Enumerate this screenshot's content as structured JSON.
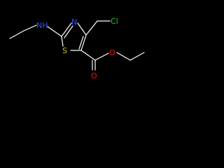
{
  "molecule": {
    "atom_labels": {
      "nh": "NH",
      "n_ring": "N",
      "s_ring": "S",
      "cl": "Cl",
      "o_carbonyl": "O",
      "o_ester": "O"
    }
  },
  "colors": {
    "background": "#000000",
    "bond": "#ffffff",
    "nitrogen": "#3050f8",
    "sulfur": "#c8c800",
    "chlorine": "#1fd01f",
    "oxygen": "#ff0d0d"
  }
}
